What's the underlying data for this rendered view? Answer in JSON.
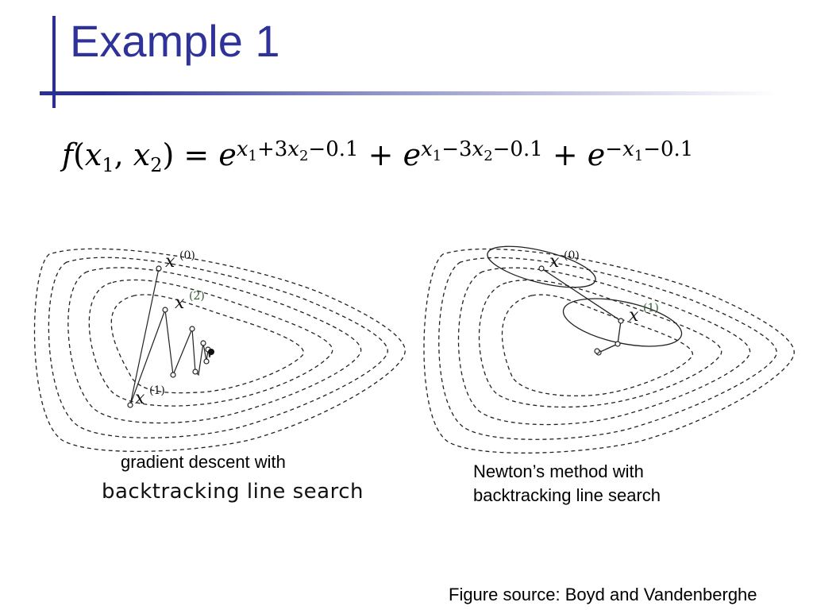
{
  "slide": {
    "title": "Example 1",
    "formula": {
      "lhs": "f(x1, x2)",
      "rhs": "e^(x1+3x2−0.1) + e^(x1−3x2−0.1) + e^(−x1−0.1)"
    },
    "left_plot": {
      "caption_line1": "gradient descent with",
      "caption_line2": "backtracking line search",
      "labels": {
        "x0": "x",
        "x0_sup": "(0)",
        "x1": "x",
        "x1_sup": "(1)",
        "x2": "x",
        "x2_sup": "(2)"
      }
    },
    "right_plot": {
      "caption_line1": "Newton’s method with",
      "caption_line2": "backtracking line search",
      "labels": {
        "x0": "x",
        "x0_sup": "(0)",
        "x1": "x",
        "x1_sup": "(1)"
      }
    },
    "source": "Figure source: Boyd and Vandenberghe"
  },
  "colors": {
    "accent": "#2f3399",
    "bar": "#2b2f94",
    "label_green": "#2e5d2e"
  }
}
